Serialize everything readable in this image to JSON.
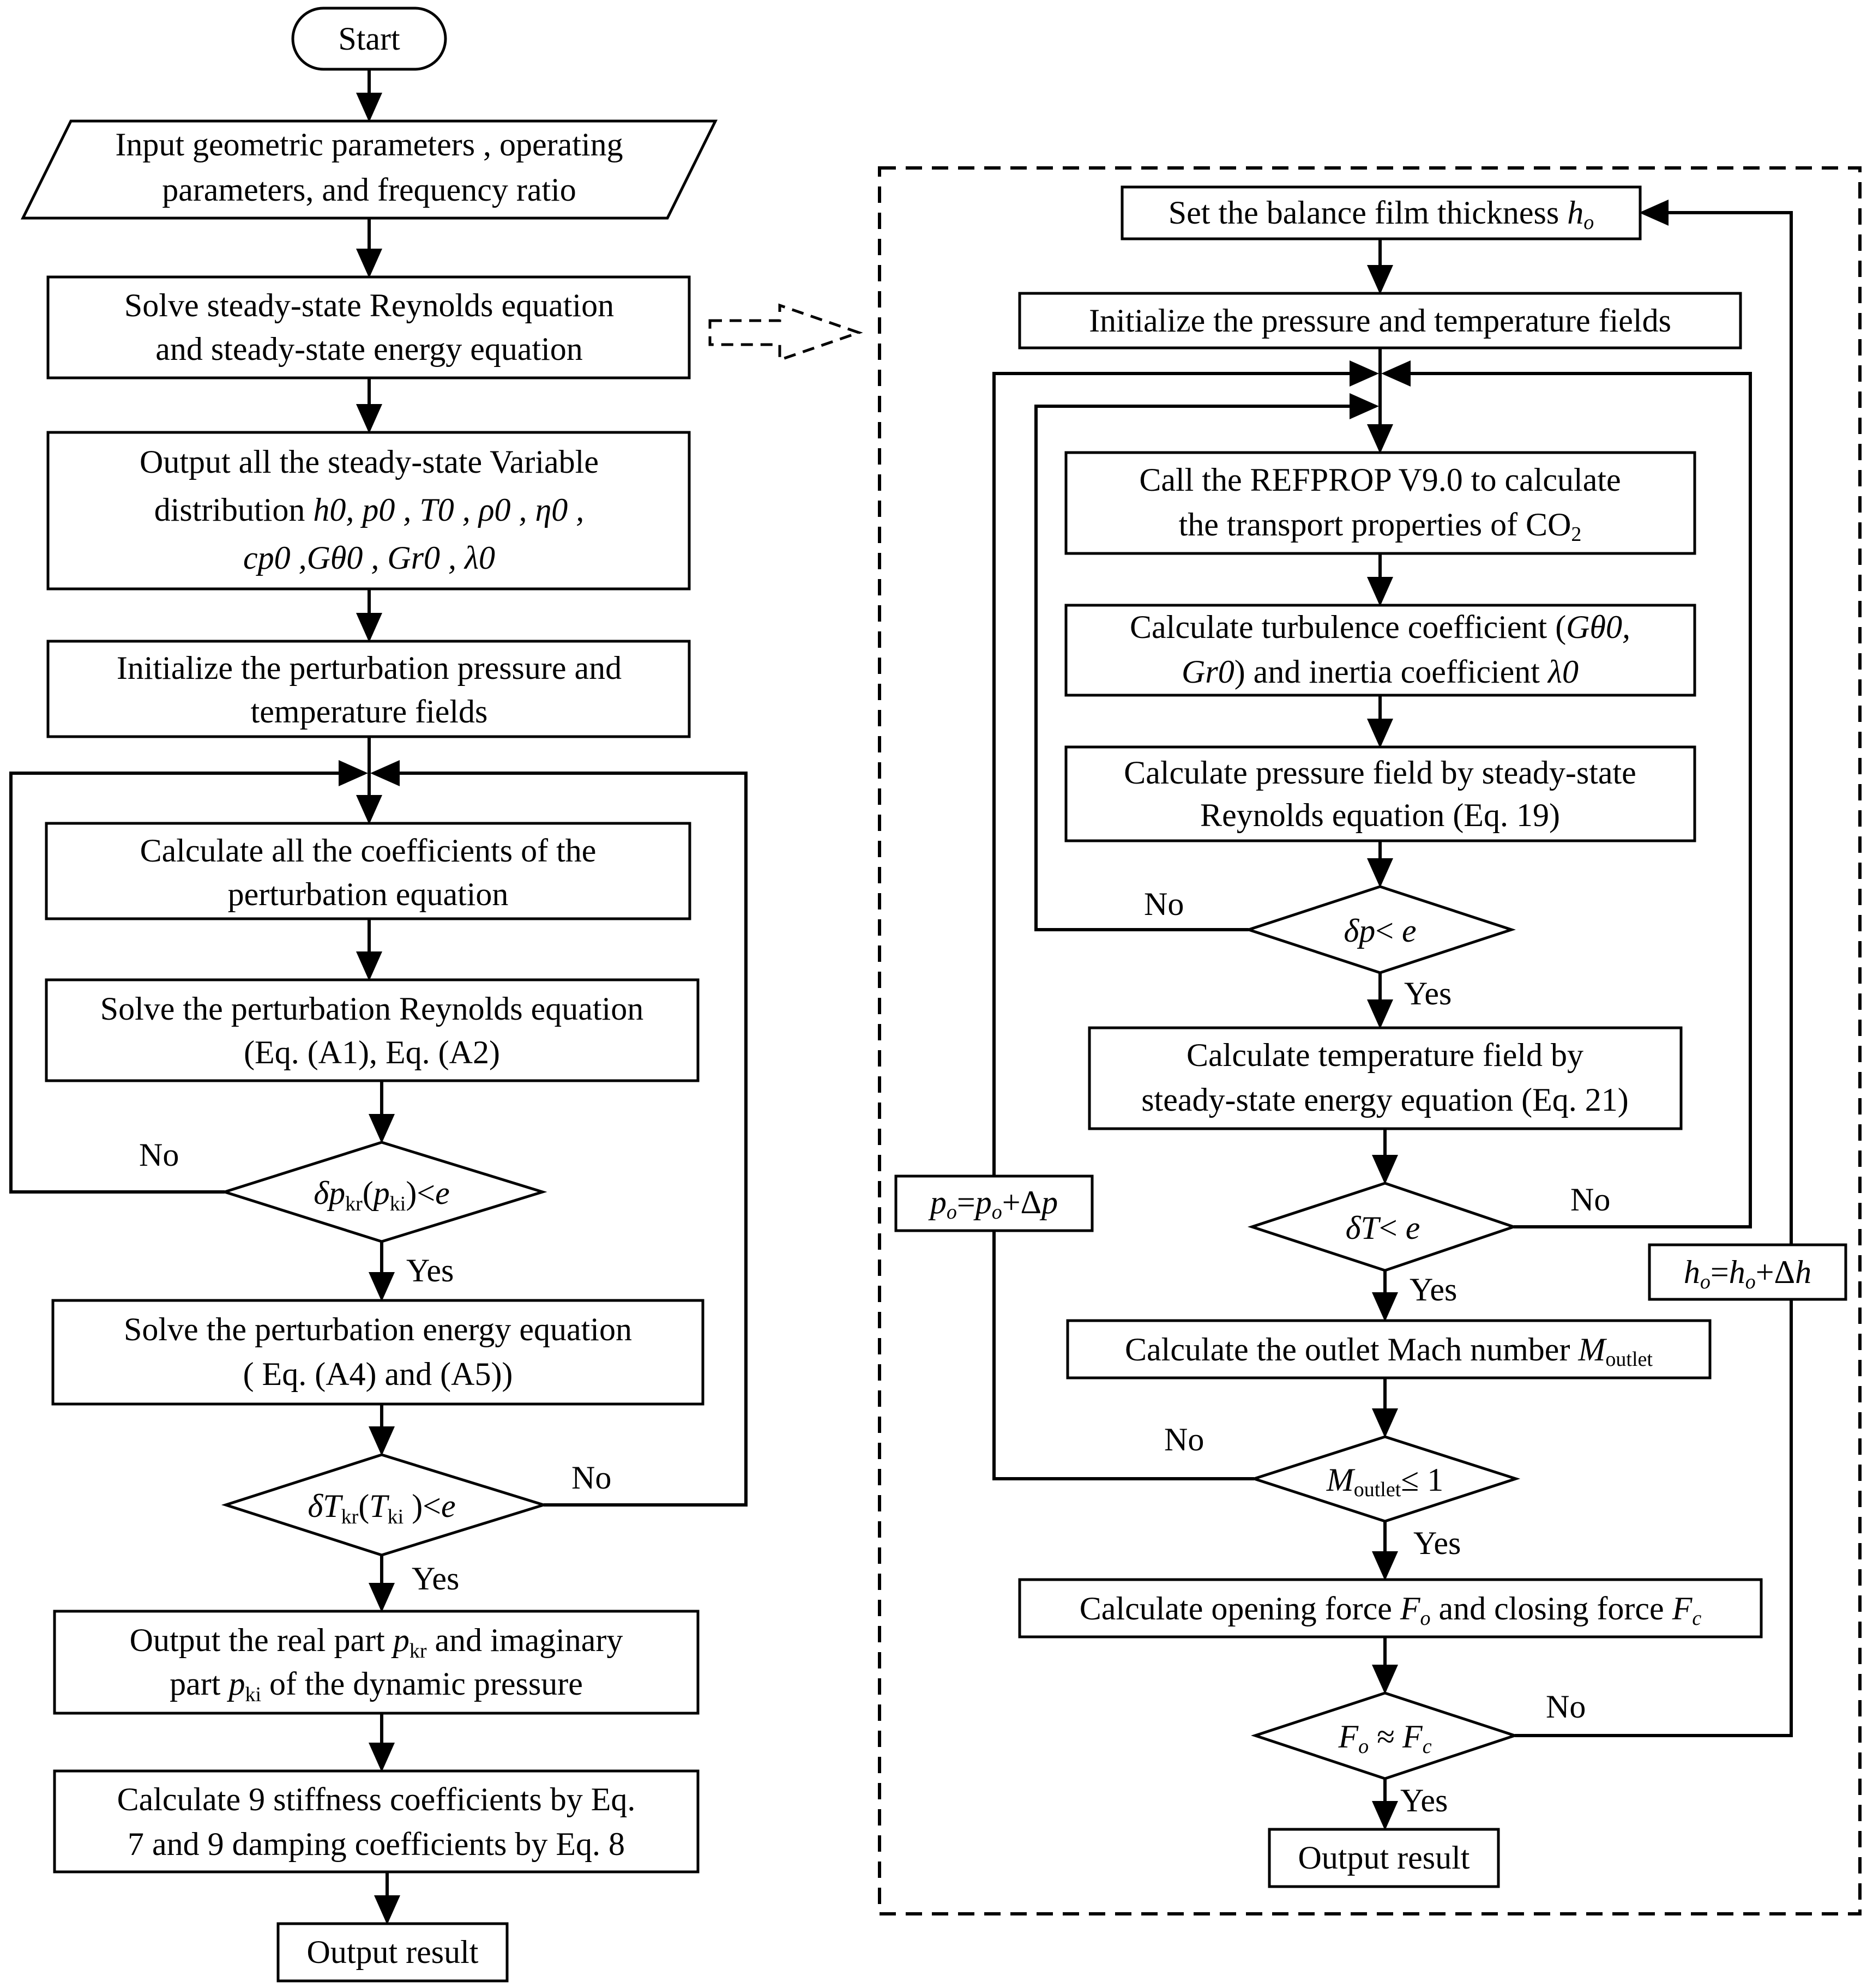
{
  "left_flow": {
    "start": "Start",
    "input": [
      "Input geometric parameters , operating",
      "parameters, and frequency ratio"
    ],
    "solve_steady": [
      "Solve steady-state Reynolds equation",
      "and steady-state energy equation"
    ],
    "output_steady": {
      "line1": "Output all the steady-state Variable",
      "line2_text": "distribution ",
      "line2_vars": "h0, p0 , T0 , ρ0 , η0 ,",
      "line3_vars": "cp0 ,Gθ0 , Gr0 , λ0"
    },
    "init_perturb": [
      "Initialize the perturbation pressure and",
      "temperature fields"
    ],
    "calc_coeff": [
      "Calculate all the coefficients of the",
      "perturbation equation"
    ],
    "solve_perturb_reynolds": [
      "Solve the perturbation Reynolds equation",
      "(Eq. (A1), Eq. (A2)"
    ],
    "decision_p": {
      "delta": "δ",
      "p": "p",
      "kr": "kr",
      "open": "(",
      "p2": "p",
      "ki": "ki",
      "close": ")<",
      "e": "e"
    },
    "solve_perturb_energy": [
      "Solve the perturbation energy equation",
      "( Eq. (A4) and (A5))"
    ],
    "decision_T": {
      "delta": "δ",
      "T": "T",
      "kr": "kr",
      "open": "(",
      "T2": "T",
      "ki": "ki",
      "close": " )<",
      "e": "e"
    },
    "output_real": {
      "l1a": "Output the real part ",
      "l1p": "p",
      "l1sub": "kr",
      "l1b": " and imaginary",
      "l2a": "part ",
      "l2p": "p",
      "l2sub": "ki",
      "l2b": " of the dynamic pressure"
    },
    "calc_stiffness": [
      "Calculate 9 stiffness coefficients by Eq.",
      "7 and 9 damping coefficients by Eq. 8"
    ],
    "output": "Output result",
    "yes": "Yes",
    "no": "No"
  },
  "right_flow": {
    "set_film": {
      "text": "Set the balance film thickness ",
      "var": "h",
      "sub": "o"
    },
    "init_fields": "Initialize the pressure and temperature fields",
    "call_refprop": {
      "l1": "Call the REFPROP V9.0 to calculate",
      "l2": "the transport properties of CO",
      "sub": "2"
    },
    "calc_turb": {
      "l1": "Calculate  turbulence coefficient (",
      "l1v": "Gθ0,",
      "l2v": "Gr0",
      "l2": ") and inertia coefficient  ",
      "l2lam": "λ0"
    },
    "calc_pressure": [
      "Calculate  pressure field by steady-state",
      "Reynolds equation (Eq. 19)"
    ],
    "decision_p": {
      "delta": "δ",
      "p": "p",
      "rest": "< ",
      "e": "e"
    },
    "calc_temp": [
      "Calculate  temperature field by",
      "steady-state energy equation (Eq. 21)"
    ],
    "decision_T": {
      "delta": "δ",
      "T": "T",
      "rest": "< ",
      "e": "e"
    },
    "calc_mach": {
      "text": "Calculate the outlet Mach number ",
      "var": "M",
      "sub": "outlet"
    },
    "decision_M": {
      "var": "M",
      "sub": "outlet",
      "rest": "≤ 1"
    },
    "calc_force": {
      "a": "Calculate opening force ",
      "fo": "F",
      "o": "o",
      "b": " and closing force ",
      "fc": "F",
      "c": "c"
    },
    "decision_F": {
      "fo": "F",
      "o": "o",
      "approx": " ≈",
      "fc": "F",
      "c": "c"
    },
    "output": "Output result",
    "po_update": {
      "p": "p",
      "o": "o",
      "eq": "=",
      "p2": "p",
      "o2": "o",
      "plus": "+Δ",
      "p3": "p"
    },
    "ho_update": {
      "h": "h",
      "o": "o",
      "eq": "=",
      "h2": "h",
      "o2": "o",
      "plus": "+Δ",
      "h3": "h"
    },
    "yes": "Yes",
    "no": "No"
  }
}
